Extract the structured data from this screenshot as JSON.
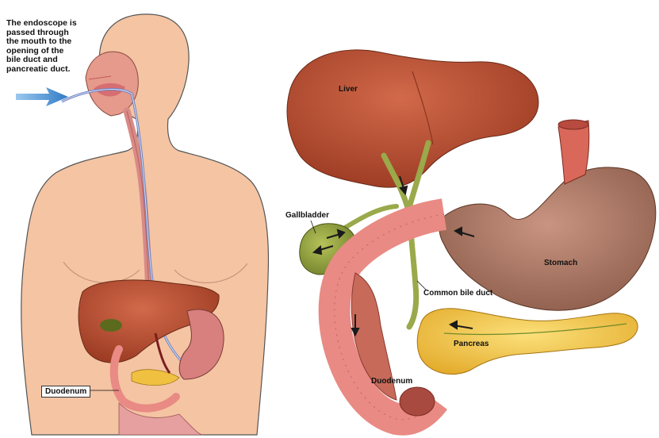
{
  "caption": {
    "lines": [
      "The endoscope is",
      "passed through",
      "the mouth to the",
      "opening of the",
      "bile duct and",
      "pancreatic duct."
    ]
  },
  "left_labels": {
    "duodenum": "Duodenum"
  },
  "right_labels": {
    "liver": "Liver",
    "gallbladder": "Gallbladder",
    "stomach": "Stomach",
    "common_bile_duct": "Common bile duct",
    "pancreas": "Pancreas",
    "duodenum": "Duodenum"
  },
  "colors": {
    "skin": "#f4c4a3",
    "liver": "#b84a30",
    "stomach": "#a8705a",
    "pancreas": "#f0c040",
    "duodenum": "#e98a84",
    "gallbladder": "#8a9a3a",
    "arrow": "#4a8fd0"
  }
}
